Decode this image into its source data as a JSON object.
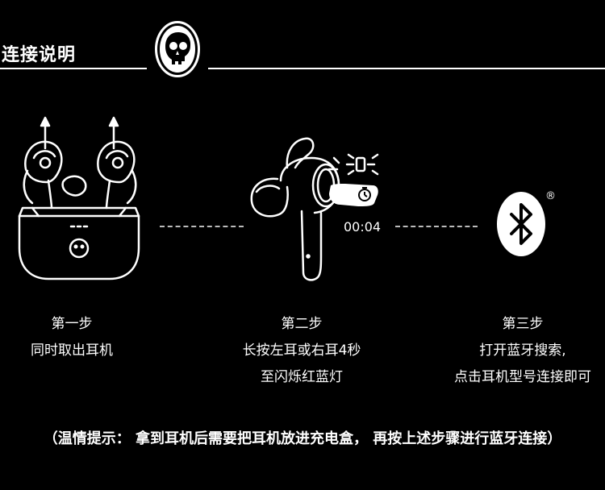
{
  "header": {
    "title": "连接说明",
    "logo_icon": "skullcandy-skull-icon"
  },
  "steps": [
    {
      "title": "第一步",
      "lines": [
        "同时取出耳机"
      ],
      "icon": "earbuds-charging-case-icon"
    },
    {
      "title": "第二步",
      "lines": [
        "长按左耳或右耳4秒",
        "至闪烁红蓝灯"
      ],
      "icon": "earbud-press-hold-icon",
      "timer": "00:04"
    },
    {
      "title": "第三步",
      "lines": [
        "打开蓝牙搜索,",
        "点击耳机型号连接即可"
      ],
      "icon": "bluetooth-icon",
      "registered_mark": "®"
    }
  ],
  "tip": "（温情提示： 拿到耳机后需要把耳机放进充电盒， 再按上述步骤进行蓝牙连接）",
  "colors": {
    "background": "#000000",
    "foreground": "#ffffff",
    "dash": "#bbbbbb"
  }
}
